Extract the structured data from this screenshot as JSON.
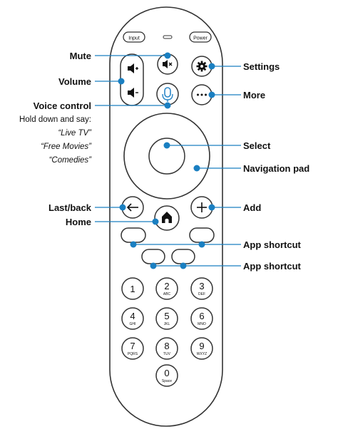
{
  "remote": {
    "top_buttons": {
      "input": "Input",
      "power": "Power"
    },
    "digits": [
      {
        "num": "1",
        "sub": ""
      },
      {
        "num": "2",
        "sub": "ABC"
      },
      {
        "num": "3",
        "sub": "DEF"
      },
      {
        "num": "4",
        "sub": "GHI"
      },
      {
        "num": "5",
        "sub": "JKL"
      },
      {
        "num": "6",
        "sub": "MNO"
      },
      {
        "num": "7",
        "sub": "PQRS"
      },
      {
        "num": "8",
        "sub": "TUV"
      },
      {
        "num": "9",
        "sub": "WXYZ"
      },
      {
        "num": "0",
        "sub": "Space"
      }
    ]
  },
  "callouts": {
    "mute": "Mute",
    "volume": "Volume",
    "voice_control": "Voice control",
    "voice_hint": "Hold down and say:",
    "voice_examples": [
      "“Live TV”",
      "“Free Movies”",
      "“Comedies”"
    ],
    "last_back": "Last/back",
    "home": "Home",
    "settings": "Settings",
    "more": "More",
    "select": "Select",
    "navigation_pad": "Navigation pad",
    "add": "Add",
    "app_shortcut_1": "App shortcut",
    "app_shortcut_2": "App shortcut"
  },
  "colors": {
    "callout_line": "#1a7fc1",
    "outline": "#333333"
  }
}
